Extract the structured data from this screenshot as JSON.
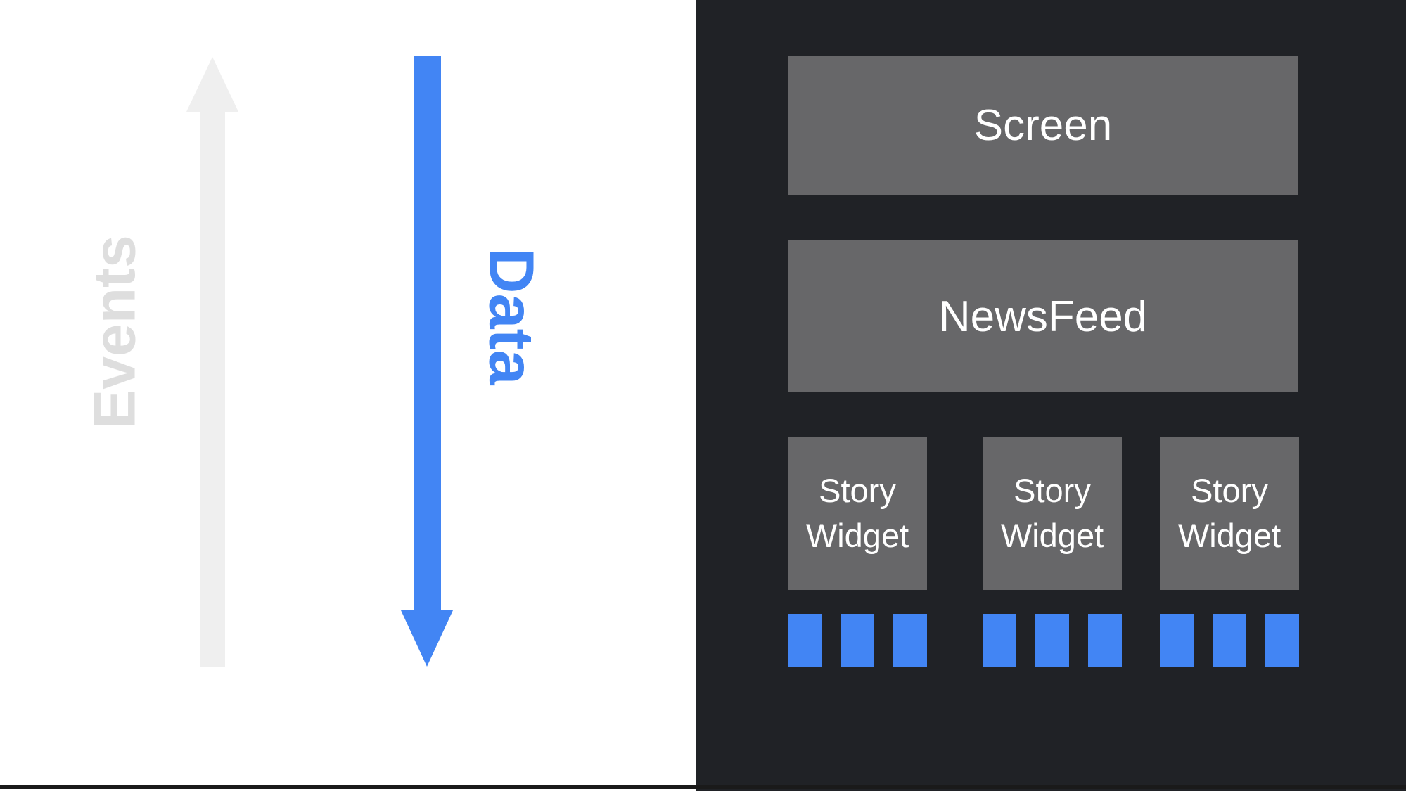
{
  "colors": {
    "bg-left": "#ffffff",
    "panel-dark": "#202226",
    "box-gray": "#676769",
    "accent-blue": "#4285f4",
    "arrow-gray": "#efefef",
    "events-gray": "#dedede",
    "label-white": "#ffffff",
    "bottom-rule": "#1a1a1a"
  },
  "left_side": {
    "events_label": "Events",
    "data_label": "Data",
    "arrows": {
      "events": {
        "direction": "up",
        "color": "#efefef"
      },
      "data": {
        "direction": "down",
        "color": "#4285f4"
      }
    }
  },
  "panel": {
    "screen_label": "Screen",
    "newsfeed_label": "NewsFeed",
    "story_widgets": [
      {
        "label": "Story Widget",
        "data_squares": 3
      },
      {
        "label": "Story Widget",
        "data_squares": 3
      },
      {
        "label": "Story Widget",
        "data_squares": 3
      }
    ]
  }
}
